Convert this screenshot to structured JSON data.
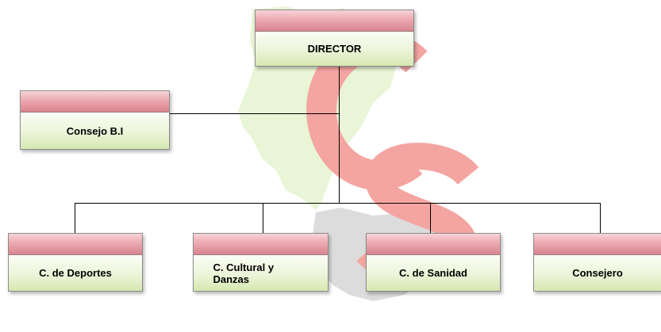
{
  "org_chart": {
    "top": {
      "label": "DIRECTOR"
    },
    "side": {
      "label": "Consejo B.I"
    },
    "children": [
      {
        "label": "C. de Deportes"
      },
      {
        "label": "C. Cultural y Danzas"
      },
      {
        "label": "C. de Sanidad"
      },
      {
        "label": "Consejero"
      }
    ]
  },
  "watermark": {
    "map_color": "#e8f5d6",
    "gray_color": "#d8d8d8",
    "letter_c_color": "#f29a96",
    "letter_s_color": "#f29a96"
  },
  "colors": {
    "box_header": "#e4a0a8",
    "box_body": "#e2eec8",
    "box_border": "#8c8c8c",
    "connector": "#000000"
  }
}
